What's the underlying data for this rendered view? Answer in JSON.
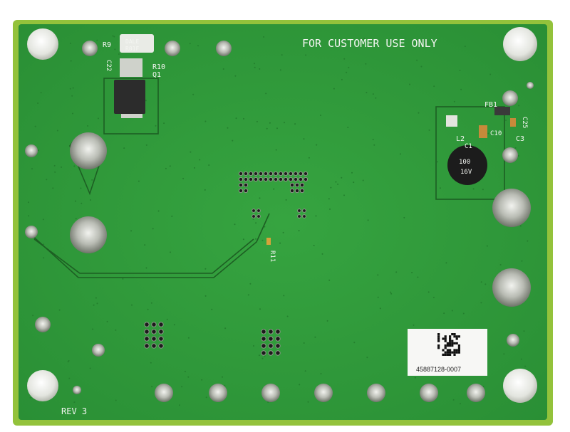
{
  "board": {
    "header_text": "FOR CUSTOMER USE ONLY",
    "revision": "REV 3",
    "serial_number": "45887128-0007",
    "ref_designators": {
      "r9": "R9",
      "c22": "C22",
      "r10": "R10",
      "q1": "Q1",
      "fb1": "FB1",
      "c25": "C25",
      "l2": "L2",
      "c10": "C10",
      "c3": "C3",
      "c1": "C1",
      "r11": "R11"
    },
    "component_markings": {
      "inductor_brand": "DALE",
      "inductor_code": "R01F",
      "cap_value": "100",
      "cap_volts": "16V"
    },
    "colors": {
      "pcb": "#2f9a3a",
      "pcb_edge": "#8fbf3a",
      "silkscreen": "#f4f6f2",
      "pad": "#c9ccc6",
      "standoff": "#eceee8"
    }
  }
}
